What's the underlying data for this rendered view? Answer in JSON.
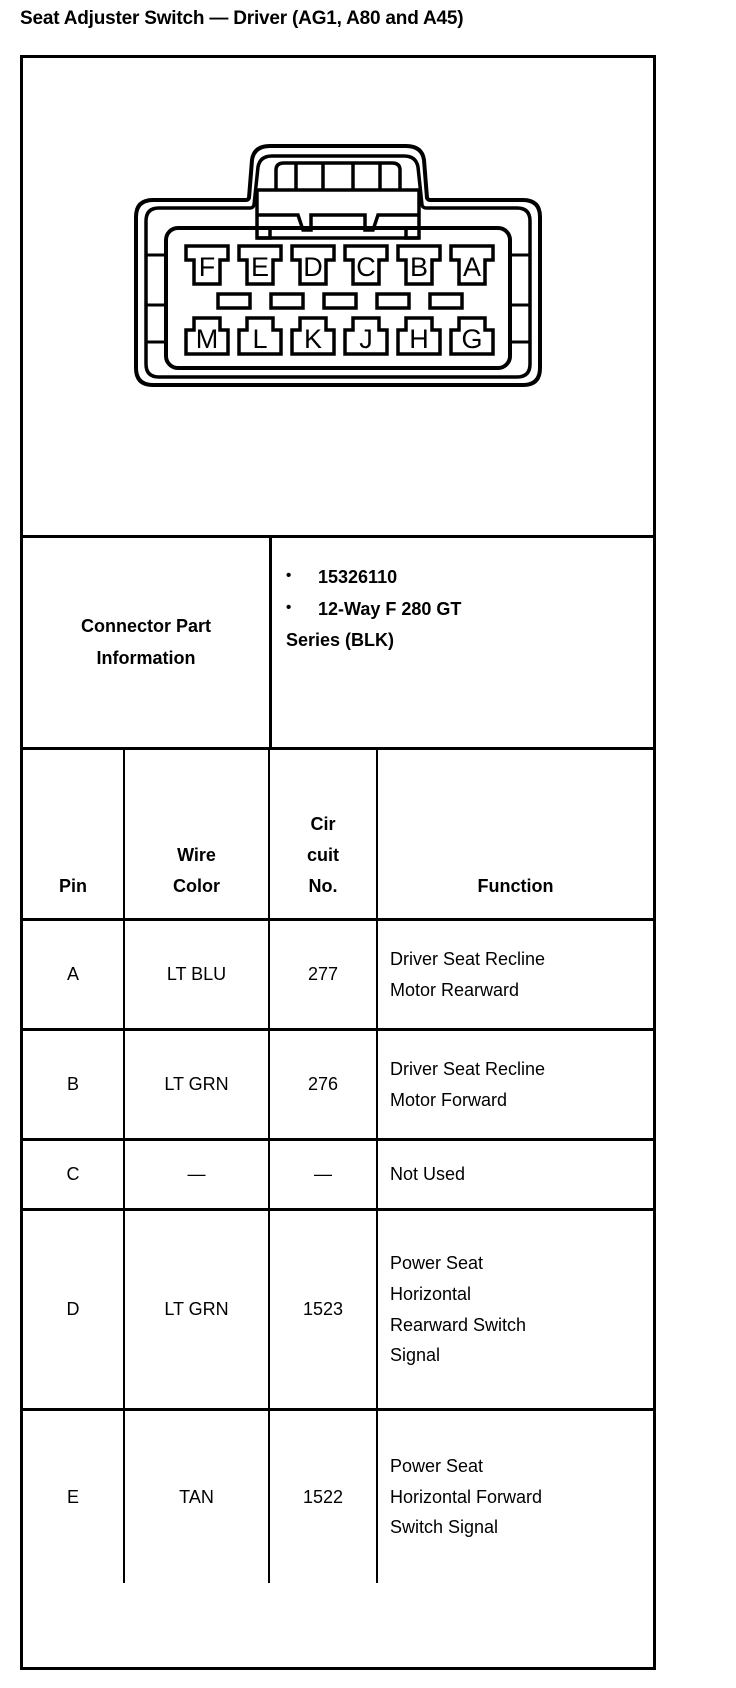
{
  "document": {
    "title": "Seat Adjuster Switch — Driver (AG1, A80 and A45)"
  },
  "connector_diagram": {
    "top_row_terminals": [
      "F",
      "E",
      "D",
      "C",
      "B",
      "A"
    ],
    "bottom_row_terminals": [
      "M",
      "L",
      "K",
      "J",
      "H",
      "G"
    ],
    "slot_count": 5
  },
  "part_info": {
    "label_line1": "Connector Part",
    "label_line2": "Information",
    "bullet1": "15326110",
    "bullet2": "12-Way F 280 GT",
    "bullet2_cont": "Series (BLK)",
    "bullet_glyph": "•"
  },
  "pin_table": {
    "headers": {
      "pin": "Pin",
      "wire_line1": "Wire",
      "wire_line2": "Color",
      "circuit_line1": "Cir",
      "circuit_line2": "cuit",
      "circuit_line3": "No.",
      "function": "Function"
    },
    "rows": [
      {
        "pin": "A",
        "wire_color": "LT BLU",
        "circuit_no": "277",
        "function_line1": "Driver Seat Recline",
        "function_line2": "Motor Rearward",
        "function_line3": "",
        "function_line4": ""
      },
      {
        "pin": "B",
        "wire_color": "LT GRN",
        "circuit_no": "276",
        "function_line1": "Driver Seat Recline",
        "function_line2": "Motor Forward",
        "function_line3": "",
        "function_line4": ""
      },
      {
        "pin": "C",
        "wire_color": "—",
        "circuit_no": "—",
        "function_line1": "Not Used",
        "function_line2": "",
        "function_line3": "",
        "function_line4": ""
      },
      {
        "pin": "D",
        "wire_color": "LT GRN",
        "circuit_no": "1523",
        "function_line1": "Power Seat",
        "function_line2": "Horizontal",
        "function_line3": "Rearward Switch",
        "function_line4": "Signal"
      },
      {
        "pin": "E",
        "wire_color": "TAN",
        "circuit_no": "1522",
        "function_line1": "Power Seat",
        "function_line2": "Horizontal Forward",
        "function_line3": "Switch Signal",
        "function_line4": ""
      }
    ]
  },
  "colors": {
    "ink": "#000000",
    "paper": "#ffffff"
  }
}
